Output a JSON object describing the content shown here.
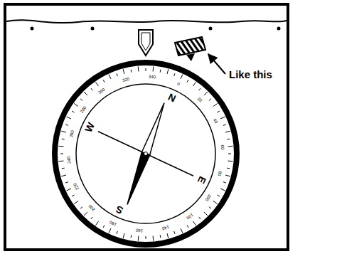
{
  "diagram": {
    "labels": [
      "Like this",
      "N",
      "E",
      "S",
      "W",
      "0",
      "20",
      "40",
      "60",
      "80",
      "100",
      "120",
      "140",
      "160",
      "180",
      "200",
      "220",
      "240",
      "260",
      "280",
      "300",
      "320",
      "340"
    ]
  }
}
